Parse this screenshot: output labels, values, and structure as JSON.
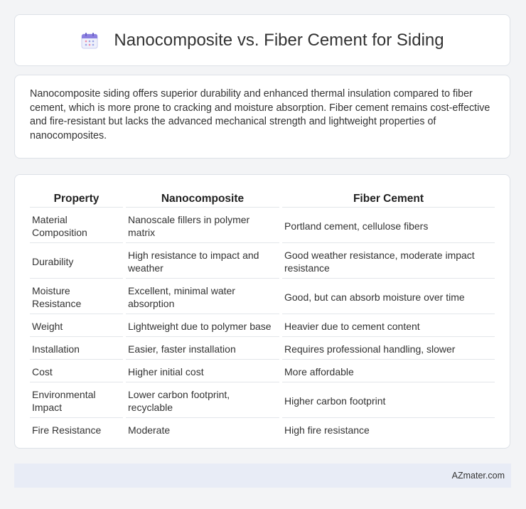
{
  "header": {
    "icon": "calendar-icon",
    "title": "Nanocomposite vs. Fiber Cement for Siding"
  },
  "summary": {
    "text": "Nanocomposite siding offers superior durability and enhanced thermal insulation compared to fiber cement, which is more prone to cracking and moisture absorption. Fiber cement remains cost-effective and fire-resistant but lacks the advanced mechanical strength and lightweight properties of nanocomposites."
  },
  "table": {
    "headers": [
      "Property",
      "Nanocomposite",
      "Fiber Cement"
    ],
    "rows": [
      [
        "Material Composition",
        "Nanoscale fillers in polymer matrix",
        "Portland cement, cellulose fibers"
      ],
      [
        "Durability",
        "High resistance to impact and weather",
        "Good weather resistance, moderate impact resistance"
      ],
      [
        "Moisture Resistance",
        "Excellent, minimal water absorption",
        "Good, but can absorb moisture over time"
      ],
      [
        "Weight",
        "Lightweight due to polymer base",
        "Heavier due to cement content"
      ],
      [
        "Installation",
        "Easier, faster installation",
        "Requires professional handling, slower"
      ],
      [
        "Cost",
        "Higher initial cost",
        "More affordable"
      ],
      [
        "Environmental Impact",
        "Lower carbon footprint, recyclable",
        "Higher carbon footprint"
      ],
      [
        "Fire Resistance",
        "Moderate",
        "High fire resistance"
      ]
    ]
  },
  "footer": {
    "brand": "AZmater.com"
  },
  "colors": {
    "page_background": "#f3f4f6",
    "card_background": "#ffffff",
    "footer_background": "#e8ecf6",
    "icon_accent": "#8b7fe0"
  }
}
